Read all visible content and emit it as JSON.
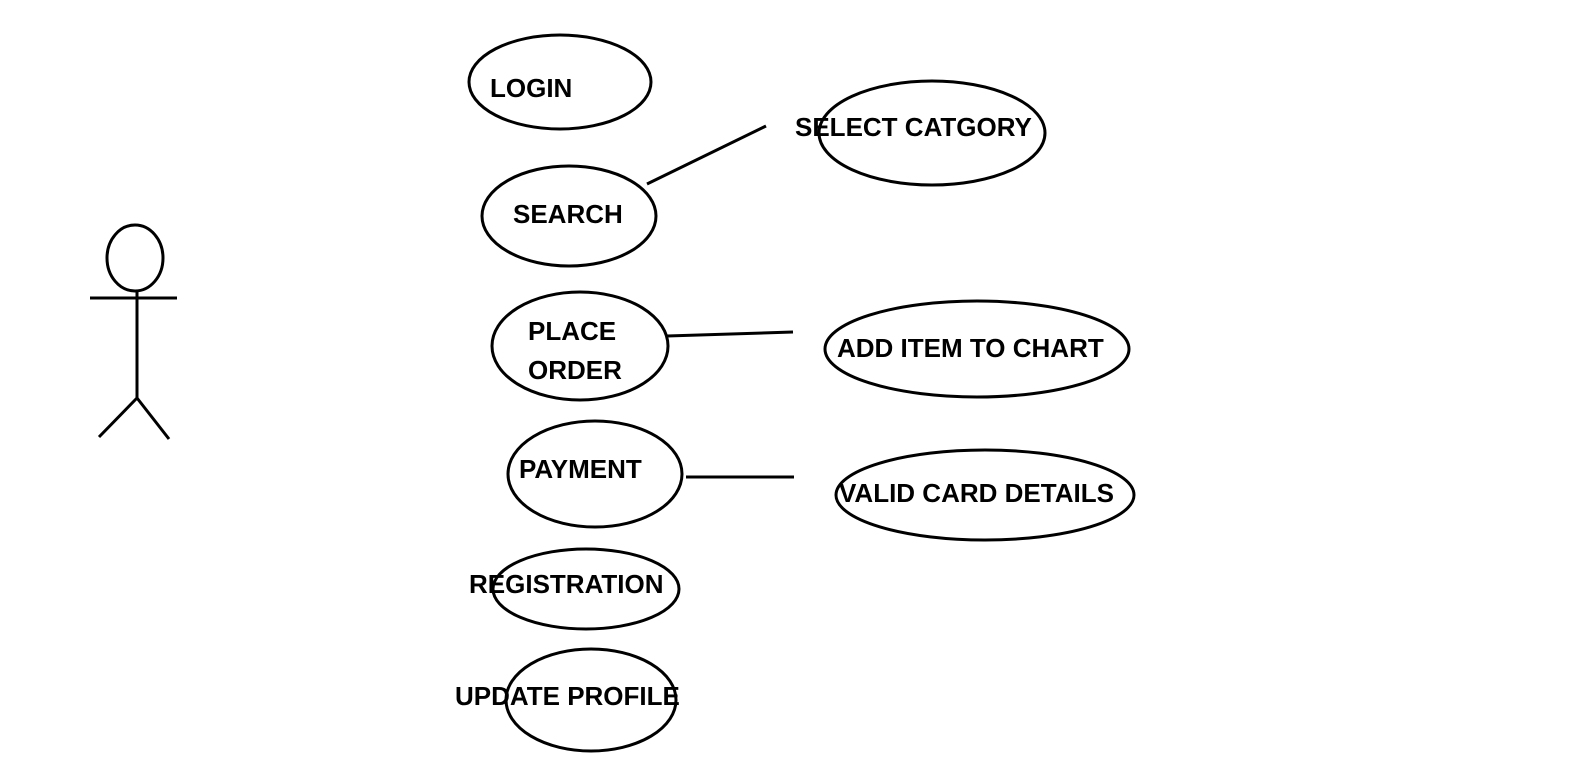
{
  "diagram": {
    "use_cases": {
      "login": "LOGIN",
      "search": "SEARCH",
      "place_order_line1": "PLACE",
      "place_order_line2": "ORDER",
      "payment": "PAYMENT",
      "registration": "REGISTRATION",
      "update_profile": "UPDATE PROFILE",
      "select_category": "SELECT CATGORY",
      "add_item_to_chart": "ADD ITEM TO CHART",
      "valid_card_details": "VALID CARD DETAILS"
    }
  },
  "colors": {
    "stroke": "#000000",
    "background": "#ffffff"
  }
}
